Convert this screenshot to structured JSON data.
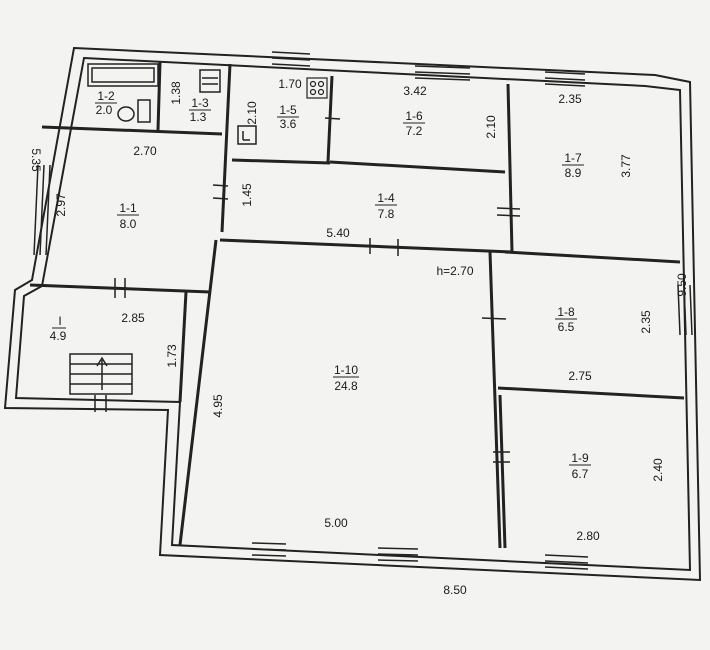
{
  "plan": {
    "rooms": [
      {
        "id": "1-1",
        "area": "8.0"
      },
      {
        "id": "1-2",
        "area": "2.0"
      },
      {
        "id": "1-3",
        "area": "1.3"
      },
      {
        "id": "1-4",
        "area": "7.8"
      },
      {
        "id": "1-5",
        "area": "3.6"
      },
      {
        "id": "1-6",
        "area": "7.2"
      },
      {
        "id": "1-7",
        "area": "8.9"
      },
      {
        "id": "1-8",
        "area": "6.5"
      },
      {
        "id": "1-9",
        "area": "6.7"
      },
      {
        "id": "1-10",
        "area": "24.8"
      },
      {
        "id": "I",
        "area": "4.9"
      }
    ],
    "dims": {
      "total_width": "8.50",
      "total_height": "9.50",
      "left_top": "5.35",
      "d_270": "2.70",
      "d_297": "2.97",
      "d_138": "1.38",
      "d_170": "1.70",
      "d_210a": "2.10",
      "d_342": "3.42",
      "d_210b": "2.10",
      "d_235a": "2.35",
      "d_377": "3.77",
      "d_145": "1.45",
      "d_540": "5.40",
      "d_285": "2.85",
      "d_173": "1.73",
      "d_495": "4.95",
      "d_500": "5.00",
      "d_275": "2.75",
      "d_235b": "2.35",
      "d_240": "2.40",
      "d_280": "2.80"
    },
    "ceiling": "h=2.70"
  }
}
